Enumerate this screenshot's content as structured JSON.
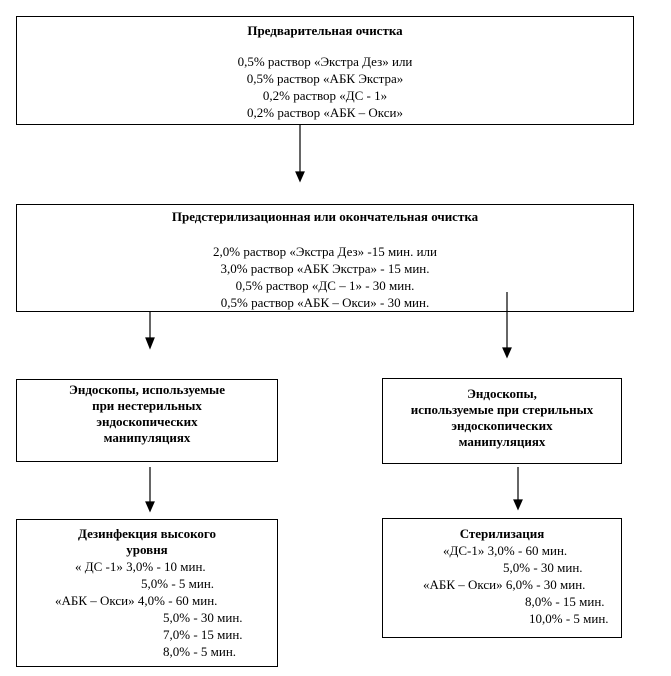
{
  "boxes": {
    "pre_cleaning": {
      "title": "Предварительная    очистка",
      "lines": [
        "0,5% раствор «Экстра Дез» или",
        "0,5% раствор «АБК Экстра»",
        "0,2% раствор «ДС - 1»",
        "0,2% раствор «АБК – Окси»"
      ]
    },
    "final_cleaning": {
      "title": "Предстерилизационная  или окончательная очистка",
      "lines": [
        "2,0% раствор «Экстра Дез» -15 мин. или",
        "3,0% раствор «АБК Экстра» - 15 мин.",
        "0,5% раствор «ДС – 1» - 30 мин.",
        "0,5% раствор «АБК – Окси» - 30 мин."
      ]
    },
    "nonsterile": {
      "title_lines": [
        "Эндоскопы, используемые",
        "при   нестерильных",
        "эндоскопических",
        "манипуляциях"
      ]
    },
    "sterile": {
      "title_lines": [
        "Эндоскопы,",
        "используемые при стерильных",
        "эндоскопических",
        "манипуляциях"
      ]
    },
    "disinfection": {
      "title_lines": [
        "Дезинфекция  высокого",
        "уровня"
      ],
      "lines": [
        "« ДС -1» 3,0% - 10 мин.",
        "5,0% - 5 мин.",
        "«АБК – Окси» 4,0% - 60 мин.",
        "5,0% - 30 мин.",
        "7,0% - 15 мин.",
        "8,0% - 5 мин."
      ]
    },
    "sterilization": {
      "title": "Стерилизация",
      "lines": [
        "«ДС-1» 3,0% - 60 мин.",
        "5,0% - 30 мин.",
        "«АБК – Окси» 6,0% - 30 мин.",
        "8,0% - 15 мин.",
        "10,0% - 5 мин."
      ]
    }
  }
}
